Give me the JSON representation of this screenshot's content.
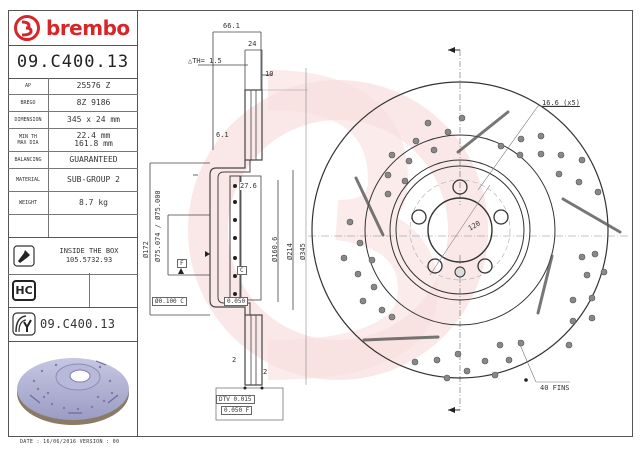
{
  "brand": {
    "name": "brembo",
    "color": "#d7262a"
  },
  "part_number": "09.C400.13",
  "specs": [
    {
      "key": "AP",
      "value": "25576 Z"
    },
    {
      "key": "BREGO",
      "value": "8Z 9186"
    },
    {
      "key": "DIMENSION",
      "value": "345 x 24 mm"
    },
    {
      "key": "MIN TH / MAX DIA",
      "value": "22.4 mm / 161.8 mm",
      "key_lines": [
        "MIN TH",
        "MAX DIA"
      ],
      "value_lines": [
        "22.4 mm",
        "161.8 mm"
      ]
    },
    {
      "key": "BALANCING",
      "value": "GUARANTEED"
    },
    {
      "key": "MATERIAL",
      "value": "SUB-GROUP 2"
    },
    {
      "key": "WEIGHT",
      "value": "8.7 kg"
    }
  ],
  "kit": {
    "icon": "screw-icon",
    "line1": "INSIDE THE BOX",
    "line2": "105.5732.93"
  },
  "hc": {
    "label": "HC"
  },
  "alternative": {
    "icon": "coated-disc-icon",
    "part_number": "09.C400.13"
  },
  "footer": {
    "text": "DATE : 16/06/2016 VERSION : 00"
  },
  "section_view": {
    "dims": {
      "overall_height": "66.1",
      "thickness": "24",
      "th_variation": "△TH= 1.5",
      "offset_top": "10",
      "hat_offset": "6.1",
      "hat_depth": "27.6",
      "dia_172": "Ø172",
      "dia_center_bore": "Ø75.074 / Ø75.000",
      "dia_max": "Ø160.6",
      "dia_214": "Ø214",
      "dia_345": "Ø345",
      "datum_f": "F",
      "datum_c": "C",
      "tol_left": "Ø0.100 C",
      "tol_right": "0.050",
      "side_marks": "2",
      "tol_box_1": "DTV 0.015",
      "tol_box_2": "0.050 F"
    }
  },
  "front_view": {
    "bolt_hole_dia": "16.6 (x5)",
    "pcd": "120",
    "fins": "40 FINS"
  }
}
